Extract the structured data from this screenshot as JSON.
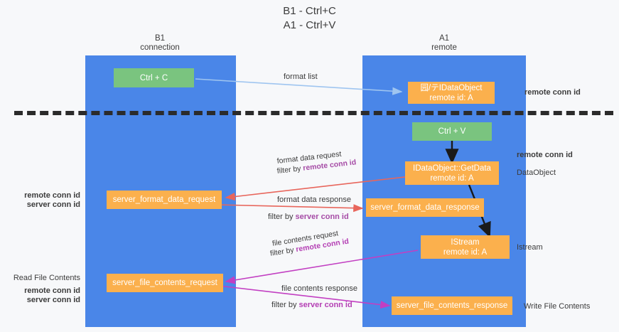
{
  "title": {
    "line1": "B1 - Ctrl+C",
    "line2": "A1 - Ctrl+V"
  },
  "columns": {
    "left": {
      "name": "B1",
      "role": "connection"
    },
    "right": {
      "name": "A1",
      "role": "remote"
    }
  },
  "colors": {
    "lane": "#4a86e8",
    "node_green": "#7ac47f",
    "node_orange": "#fbb04d",
    "divider": "#2b2b2b",
    "arrow_blue": "#9fc5f0",
    "arrow_red": "#e8665c",
    "arrow_magenta": "#c23fc2",
    "arrow_black": "#1a1a1a",
    "text_purple": "#a64ca6",
    "text_green": "#4fa35a"
  },
  "nodes": {
    "ctrl_c": {
      "l1": "Ctrl + C",
      "l2": ""
    },
    "ctrl_v": {
      "l1": "Ctrl + V",
      "l2": ""
    },
    "idataobject_top": {
      "l1": "园/テIDataObject",
      "l2": "remote id: A"
    },
    "getdata": {
      "l1": "IDataObject::GetData",
      "l2": "remote id: A"
    },
    "istream": {
      "l1": "IStream",
      "l2": "remote id: A"
    },
    "server_format_data_request": {
      "l1": "server_format_data_request",
      "l2": ""
    },
    "server_format_data_response": {
      "l1": "server_format_data_response",
      "l2": ""
    },
    "server_file_contents_request": {
      "l1": "server_file_contents_request",
      "l2": ""
    },
    "server_file_contents_response": {
      "l1": "server_file_contents_response",
      "l2": ""
    }
  },
  "arrow_labels": {
    "format_list": "format list",
    "format_data_request": "format data request",
    "format_data_request_filter_prefix": "filter by ",
    "format_data_request_filter_key": "remote conn id",
    "format_data_response": "format data response",
    "format_data_response_filter_prefix": "filter by ",
    "format_data_response_filter_key": "server conn id",
    "file_contents_request": "file contents request",
    "file_contents_request_filter_prefix": "filter by ",
    "file_contents_request_filter_key": "remote conn id",
    "file_contents_response": "file contents response",
    "file_contents_response_filter_prefix": "filter by ",
    "file_contents_response_filter_key": "server conn id"
  },
  "side_labels": {
    "right_top_remote_conn_id": "remote conn id",
    "right_mid_remote_conn_id": "remote conn id",
    "right_dataobject": "DataObject",
    "right_istream": "Istream",
    "right_write_file_contents": "Write File Contents",
    "left_remote_conn_id": "remote conn id",
    "left_server_conn_id": "server conn id",
    "left_read_file_contents": "Read File Contents",
    "left_bottom_remote_conn_id": "remote conn id",
    "left_bottom_server_conn_id": "server conn id"
  }
}
